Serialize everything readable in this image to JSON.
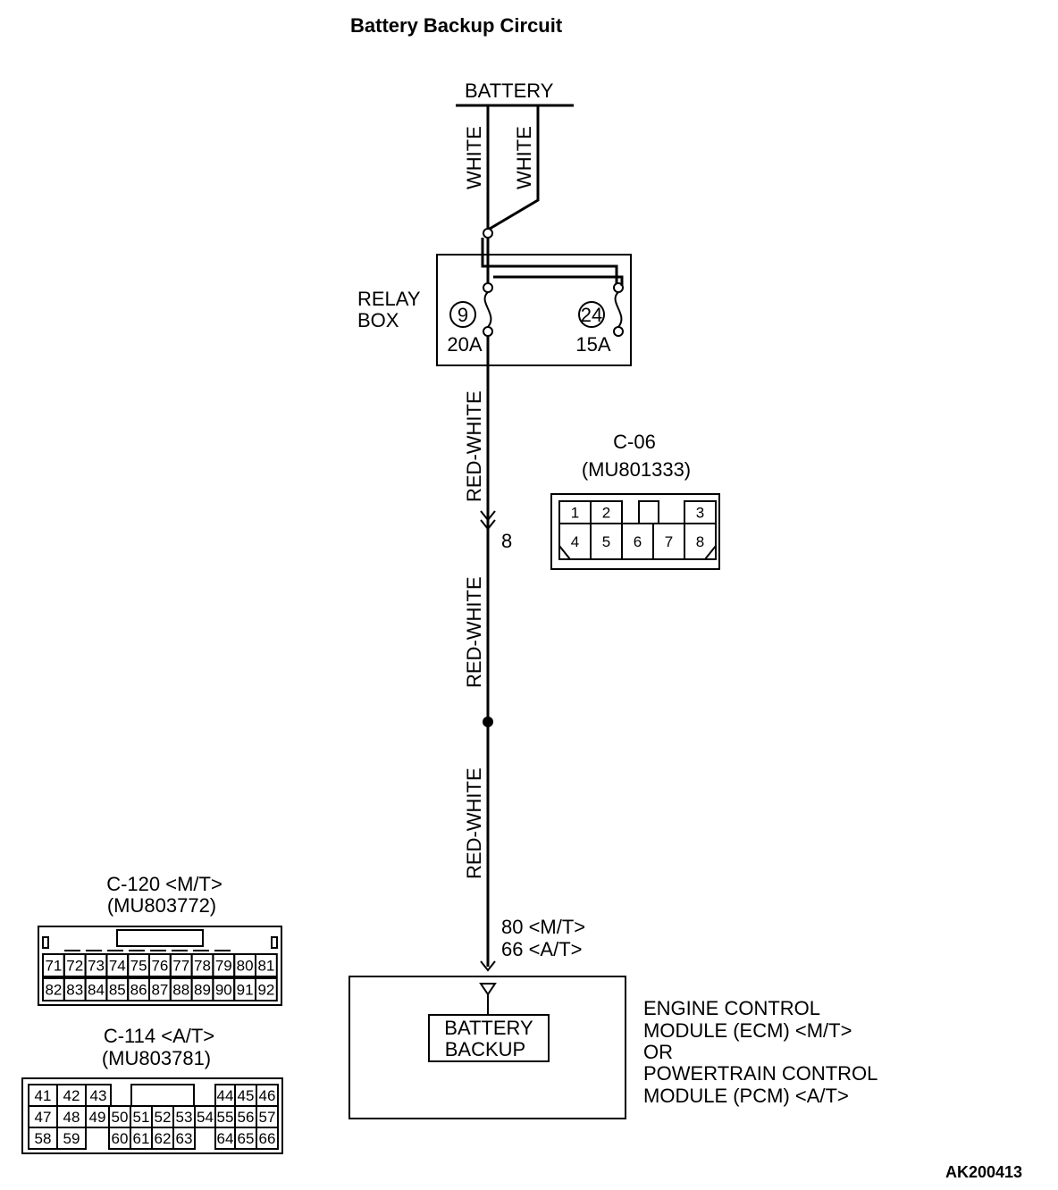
{
  "title": "Battery Backup Circuit",
  "figure_id": "AK200413",
  "battery": {
    "label": "BATTERY",
    "wire_left": "WHITE",
    "wire_right": "WHITE"
  },
  "relay_box": {
    "label_line1": "RELAY",
    "label_line2": "BOX",
    "fuse_left": {
      "number": "9",
      "rating": "20A"
    },
    "fuse_right": {
      "number": "24",
      "rating": "15A"
    }
  },
  "wires": {
    "seg1": "RED-WHITE",
    "seg2": "RED-WHITE",
    "seg3": "RED-WHITE"
  },
  "joint_pin": "8",
  "ecm_pins": {
    "line1": "80 <M/T>",
    "line2": "66 <A/T>"
  },
  "module": {
    "inner_line1": "BATTERY",
    "inner_line2": "BACKUP",
    "desc_line1": "ENGINE CONTROL",
    "desc_line2": "MODULE (ECM) <M/T>",
    "desc_line3": "OR",
    "desc_line4": "POWERTRAIN CONTROL",
    "desc_line5": "MODULE (PCM) <A/T>"
  },
  "connector_c06": {
    "name": "C-06",
    "part": "(MU801333)",
    "top_pins": [
      "1",
      "2",
      "3"
    ],
    "bottom_pins": [
      "4",
      "5",
      "6",
      "7",
      "8"
    ]
  },
  "connector_c120": {
    "name": "C-120 <M/T>",
    "part": "(MU803772)",
    "row1": [
      "71",
      "72",
      "73",
      "74",
      "75",
      "76",
      "77",
      "78",
      "79",
      "80",
      "81"
    ],
    "row2": [
      "82",
      "83",
      "84",
      "85",
      "86",
      "87",
      "88",
      "89",
      "90",
      "91",
      "92"
    ]
  },
  "connector_c114": {
    "name": "C-114 <A/T>",
    "part": "(MU803781)",
    "row1_left": [
      "41",
      "42",
      "43"
    ],
    "row1_right": [
      "44",
      "45",
      "46"
    ],
    "row2": [
      "47",
      "48",
      "49",
      "50",
      "51",
      "52",
      "53",
      "54",
      "55",
      "56",
      "57"
    ],
    "row3_left": [
      "58",
      "59"
    ],
    "row3_right": [
      "60",
      "61",
      "62",
      "63",
      "64",
      "65",
      "66"
    ]
  }
}
